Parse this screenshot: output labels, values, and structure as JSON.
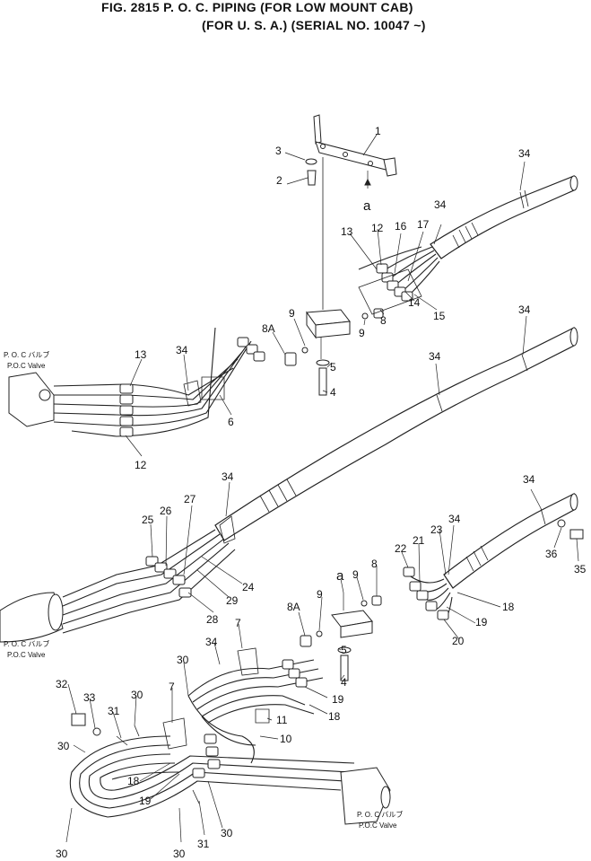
{
  "title": {
    "line1": "FIG. 2815   P. O. C. PIPING (FOR LOW MOUNT CAB)",
    "line2": "(FOR U. S. A.) (SERIAL NO. 10047 ~)"
  },
  "valve_labels": {
    "jp": "P. O. C バルブ",
    "en": "P.O.C Valve"
  },
  "callouts": [
    {
      "id": "c1",
      "text": "1"
    },
    {
      "id": "c2",
      "text": "2"
    },
    {
      "id": "c3",
      "text": "3"
    },
    {
      "id": "ca1",
      "text": "a"
    },
    {
      "id": "c34a",
      "text": "34"
    },
    {
      "id": "c34b",
      "text": "34"
    },
    {
      "id": "c12a",
      "text": "12"
    },
    {
      "id": "c16",
      "text": "16"
    },
    {
      "id": "c17",
      "text": "17"
    },
    {
      "id": "c13a",
      "text": "13"
    },
    {
      "id": "c14",
      "text": "14"
    },
    {
      "id": "c15",
      "text": "15"
    },
    {
      "id": "c9a",
      "text": "9"
    },
    {
      "id": "c9b",
      "text": "9"
    },
    {
      "id": "c8a",
      "text": "8"
    },
    {
      "id": "c8Aa",
      "text": "8A"
    },
    {
      "id": "c5a",
      "text": "5"
    },
    {
      "id": "c4a",
      "text": "4"
    },
    {
      "id": "c34c",
      "text": "34"
    },
    {
      "id": "c34d",
      "text": "34"
    },
    {
      "id": "c13b",
      "text": "13"
    },
    {
      "id": "c34e",
      "text": "34"
    },
    {
      "id": "c6",
      "text": "6"
    },
    {
      "id": "c12b",
      "text": "12"
    },
    {
      "id": "c34f",
      "text": "34"
    },
    {
      "id": "c27",
      "text": "27"
    },
    {
      "id": "c26",
      "text": "26"
    },
    {
      "id": "c25",
      "text": "25"
    },
    {
      "id": "c24",
      "text": "24"
    },
    {
      "id": "c29",
      "text": "29"
    },
    {
      "id": "c28",
      "text": "28"
    },
    {
      "id": "c34g",
      "text": "34"
    },
    {
      "id": "c23",
      "text": "23"
    },
    {
      "id": "c34h",
      "text": "34"
    },
    {
      "id": "c21",
      "text": "21"
    },
    {
      "id": "c22",
      "text": "22"
    },
    {
      "id": "ca2",
      "text": "a"
    },
    {
      "id": "c9c",
      "text": "9"
    },
    {
      "id": "c8b",
      "text": "8"
    },
    {
      "id": "c36",
      "text": "36"
    },
    {
      "id": "c35",
      "text": "35"
    },
    {
      "id": "c18a",
      "text": "18"
    },
    {
      "id": "c19a",
      "text": "19"
    },
    {
      "id": "c20",
      "text": "20"
    },
    {
      "id": "c8Ab",
      "text": "8A"
    },
    {
      "id": "c9d",
      "text": "9"
    },
    {
      "id": "c5b",
      "text": "5"
    },
    {
      "id": "c4b",
      "text": "4"
    },
    {
      "id": "c7a",
      "text": "7"
    },
    {
      "id": "c34i",
      "text": "34"
    },
    {
      "id": "c30a",
      "text": "30"
    },
    {
      "id": "c19b",
      "text": "19"
    },
    {
      "id": "c18b",
      "text": "18"
    },
    {
      "id": "c11",
      "text": "11"
    },
    {
      "id": "c10",
      "text": "10"
    },
    {
      "id": "c32",
      "text": "32"
    },
    {
      "id": "c33",
      "text": "33"
    },
    {
      "id": "c30b",
      "text": "30"
    },
    {
      "id": "c31a",
      "text": "31"
    },
    {
      "id": "c7b",
      "text": "7"
    },
    {
      "id": "c30c",
      "text": "30"
    },
    {
      "id": "c18c",
      "text": "18"
    },
    {
      "id": "c19c",
      "text": "19"
    },
    {
      "id": "c30d",
      "text": "30"
    },
    {
      "id": "c30e",
      "text": "30"
    },
    {
      "id": "c31b",
      "text": "31"
    },
    {
      "id": "c30f",
      "text": "30"
    }
  ]
}
